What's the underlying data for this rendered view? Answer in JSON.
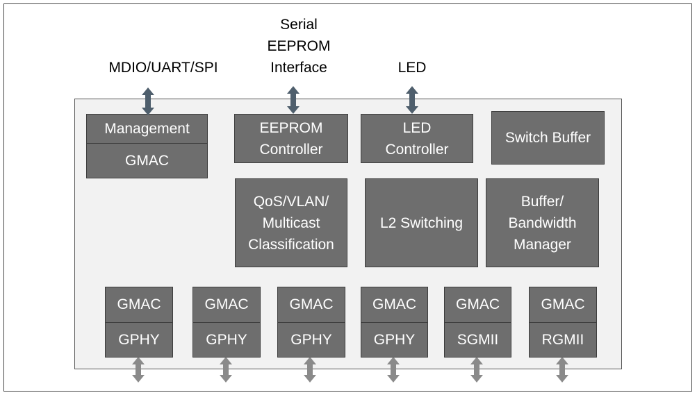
{
  "labels": {
    "mdio": "MDIO/UART/SPI",
    "eeprom_if": "Serial\nEEPROM\nInterface",
    "led": "LED"
  },
  "blocks": {
    "management": "Management",
    "mgmt_gmac": "GMAC",
    "eeprom_ctrl": "EEPROM\nController",
    "led_ctrl": "LED\nController",
    "switch_buffer": "Switch Buffer",
    "qos": "QoS/VLAN/\nMulticast\nClassification",
    "l2": "L2 Switching",
    "buffer_bw": "Buffer/\nBandwidth\nManager"
  },
  "ports": [
    {
      "top": "GMAC",
      "bottom": "GPHY"
    },
    {
      "top": "GMAC",
      "bottom": "GPHY"
    },
    {
      "top": "GMAC",
      "bottom": "GPHY"
    },
    {
      "top": "GMAC",
      "bottom": "GPHY"
    },
    {
      "top": "GMAC",
      "bottom": "SGMII"
    },
    {
      "top": "GMAC",
      "bottom": "RGMII"
    }
  ],
  "colors": {
    "block_fill": "#6e6e6e",
    "chip_fill": "#f2f2f2",
    "arrow_dark": "#4f5f6d",
    "arrow_light": "#8a8a8a"
  },
  "icons": {
    "top_arrow": "double-arrow-vertical-icon",
    "port_arrow": "double-arrow-vertical-icon"
  }
}
